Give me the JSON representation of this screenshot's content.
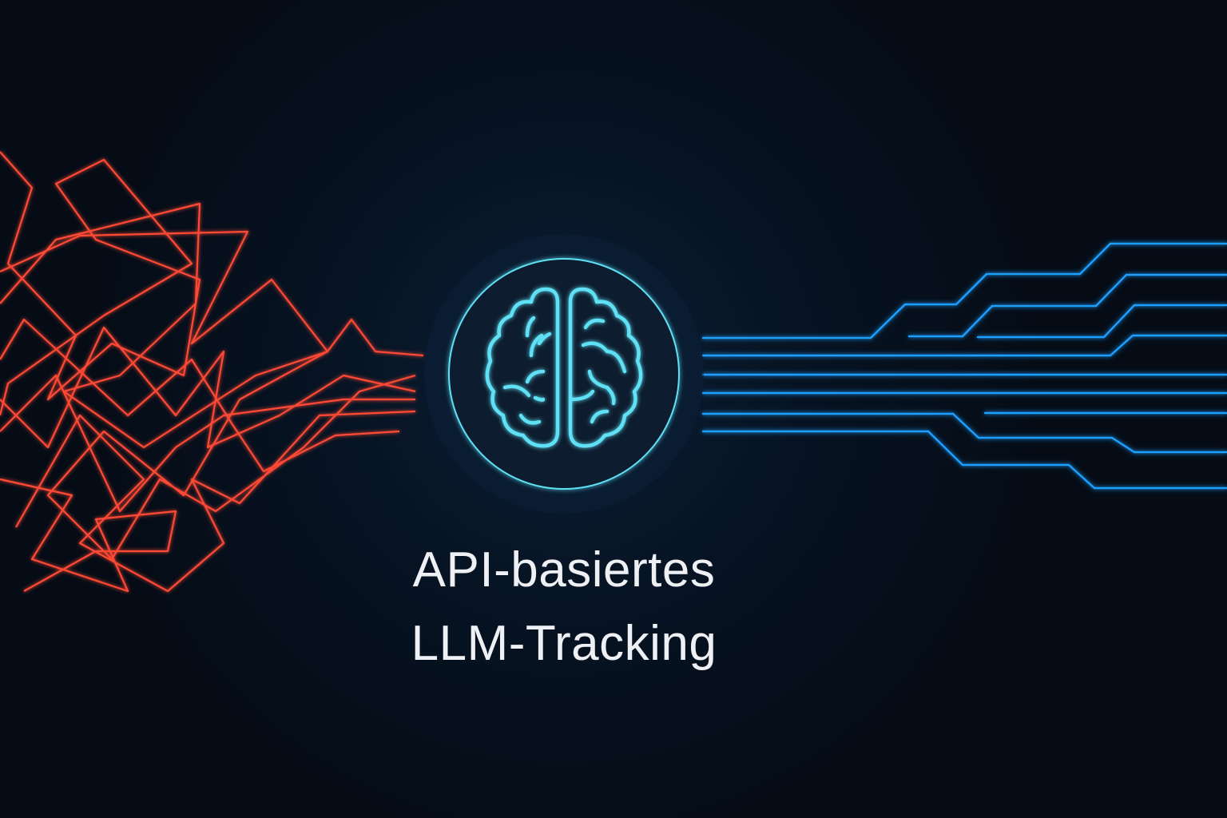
{
  "title": {
    "line1": "API-basiertes",
    "line2": "LLM-Tracking"
  },
  "icons": {
    "center": "brain-icon",
    "left": "chaotic-lines",
    "right": "organized-circuit-lines"
  },
  "colors": {
    "background": "#050c16",
    "chaos_red": "#ff4a36",
    "circuit_blue": "#1e9fff",
    "brain_cyan": "#5fe0f5",
    "text": "#eef0f4"
  }
}
